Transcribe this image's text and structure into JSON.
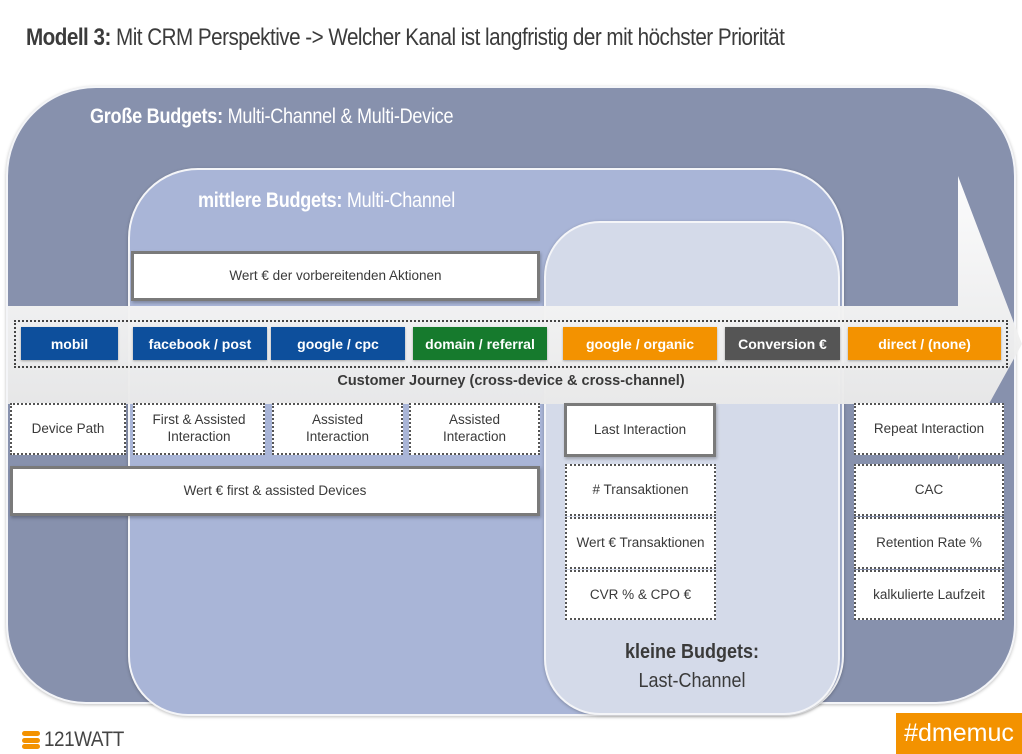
{
  "title": {
    "bold": "Modell 3:",
    "rest": " Mit CRM Perspektive -> Welcher Kanal ist langfristig der mit höchster Priorität"
  },
  "zones": {
    "large": {
      "bold": "Große Budgets:",
      "rest": " Multi-Channel & Multi-Device"
    },
    "medium": {
      "bold": "mittlere Budgets:",
      "rest": " Multi-Channel"
    },
    "small": {
      "bold": "kleine Budgets:",
      "rest": "Last-Channel"
    }
  },
  "top_box": "Wert € der vorbereitenden Aktionen",
  "channels": [
    {
      "label": "mobil",
      "color": "#0d4f9c"
    },
    {
      "label": "facebook / post",
      "color": "#0d4f9c"
    },
    {
      "label": "google / cpc",
      "color": "#0d4f9c"
    },
    {
      "label": "domain / referral",
      "color": "#167a2d"
    },
    {
      "label": "google / organic",
      "color": "#f39200"
    },
    {
      "label": "Conversion €",
      "color": "#555555"
    },
    {
      "label": "direct / (none)",
      "color": "#f39200"
    }
  ],
  "journey_label": "Customer Journey (cross-device & cross-channel)",
  "interaction_boxes": [
    "Device Path",
    "First & Assisted Interaction",
    "Assisted Interaction",
    "Assisted Interaction"
  ],
  "devices_box": "Wert € first & assisted Devices",
  "last_channel": {
    "header": "Last Interaction",
    "items": [
      "# Transaktionen",
      "Wert € Transaktionen",
      "CVR % & CPO €"
    ]
  },
  "repeat": {
    "header": "Repeat Interaction",
    "items": [
      "CAC",
      "Retention Rate  %",
      "kalkulierte Laufzeit"
    ]
  },
  "footer": {
    "logo": "121WATT",
    "hashtag": "#dmemuc"
  }
}
